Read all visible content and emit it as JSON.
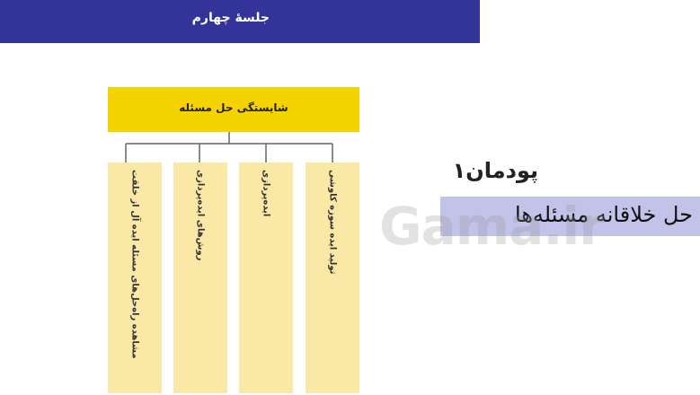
{
  "header": {
    "title": "جلسهٔ چهارم"
  },
  "diagram": {
    "root_label": "شایستگی حل مسئله",
    "leaves": [
      {
        "label": "مشاهده راه‌حل‌های مسئله ایده آل از خلقت"
      },
      {
        "label": "روش‌های ایده‌پردازی"
      },
      {
        "label": "ایده‌پردازی"
      },
      {
        "label": "تولید ایده سوزه کاوشی"
      }
    ]
  },
  "module": {
    "title": "پودمان۱",
    "subtitle": "حل خلاقانه مسئله‌ها"
  },
  "watermark": "Gama.ir",
  "colors": {
    "header_bg": "#33339a",
    "root_bg": "#f5d300",
    "leaf_bg": "#f9e8a6",
    "subtitle_bg": "#c3c3ea"
  }
}
